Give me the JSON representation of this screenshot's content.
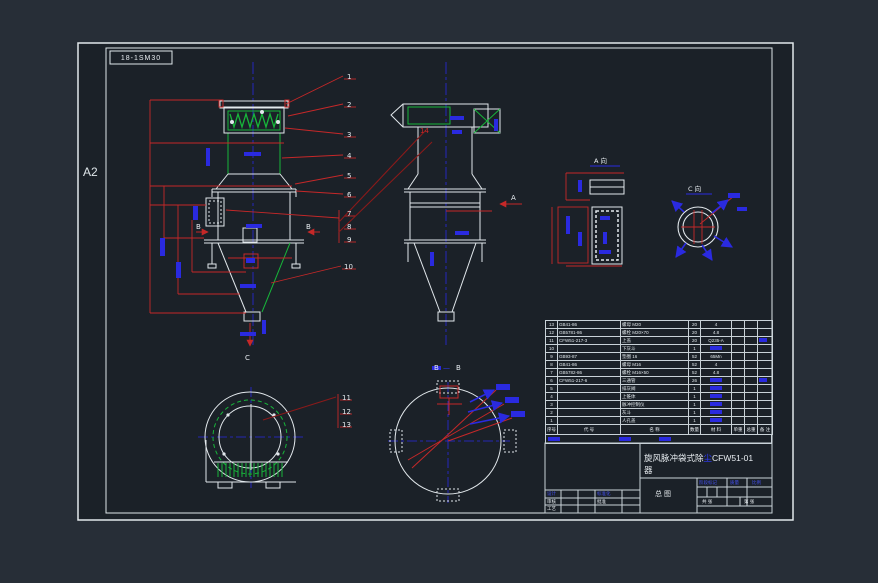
{
  "frame": {
    "sheet_size_label": "A2",
    "stamp_label": "18-1SM30"
  },
  "colors": {
    "background": "#272e37",
    "sheet": "#1b2128",
    "outline_white": "#e2e8ec",
    "dimension_red": "#c62828",
    "leader_dark_red": "#8a1a1a",
    "detail_green": "#17b53a",
    "dim_text_blue": "#2a2ae0"
  },
  "views": {
    "front": {
      "callouts": [
        "1",
        "2",
        "3",
        "4",
        "5",
        "6",
        "7",
        "8",
        "9",
        "10"
      ],
      "section_label_left": "B",
      "section_label_right": "B",
      "bottom_arrow_label": "C"
    },
    "side": {
      "callout_14": "14",
      "view_arrow_label": "A"
    },
    "a_view": {
      "label": "A 向"
    },
    "c_view": {
      "label": "C 向"
    },
    "volute": {
      "callouts": [
        "11",
        "12",
        "13"
      ]
    },
    "section_bb": {
      "label_left": "B",
      "label_dash": "—",
      "label_right": "B"
    }
  },
  "bom": {
    "headers": [
      "序号",
      "代  号",
      "名  称",
      "数量",
      "材 料",
      "单重",
      "总重",
      "备 注"
    ],
    "rows": [
      {
        "no": "13",
        "code": "GB41-86",
        "name": "螺母 M20",
        "qty": "20",
        "material": "4",
        "material_hl": false,
        "remark_hl": false
      },
      {
        "no": "12",
        "code": "GB5781-86",
        "name": "螺栓 M20×70",
        "qty": "20",
        "material": "4.8",
        "material_hl": false,
        "remark_hl": false
      },
      {
        "no": "11",
        "code": "CFW51-217-3",
        "name": "上盖",
        "qty": "20",
        "material": "Q235-A",
        "material_hl": false,
        "remark_hl": true
      },
      {
        "no": "10",
        "code": "",
        "name": "下灰斗",
        "qty": "1",
        "material": "",
        "material_hl": true,
        "remark_hl": false
      },
      {
        "no": "9",
        "code": "GB93-87",
        "name": "垫圈 16",
        "qty": "52",
        "material": "65Mn",
        "material_hl": false,
        "remark_hl": false
      },
      {
        "no": "8",
        "code": "GB41-86",
        "name": "螺母 M16",
        "qty": "52",
        "material": "4",
        "material_hl": false,
        "remark_hl": false
      },
      {
        "no": "7",
        "code": "GB5782-86",
        "name": "螺栓 M16×50",
        "qty": "52",
        "material": "4.8",
        "material_hl": false,
        "remark_hl": false
      },
      {
        "no": "6",
        "code": "CFW51-217-6",
        "name": "三通管",
        "qty": "26",
        "material": "",
        "material_hl": true,
        "remark_hl": true
      },
      {
        "no": "5",
        "code": "",
        "name": "排灰阀",
        "qty": "1",
        "material": "",
        "material_hl": true,
        "remark_hl": false
      },
      {
        "no": "4",
        "code": "",
        "name": "上锥体",
        "qty": "1",
        "material": "",
        "material_hl": true,
        "remark_hl": false
      },
      {
        "no": "3",
        "code": "",
        "name": "脉冲控制仪",
        "qty": "1",
        "material": "",
        "material_hl": true,
        "remark_hl": false
      },
      {
        "no": "2",
        "code": "",
        "name": "灰斗",
        "qty": "1",
        "material": "",
        "material_hl": true,
        "remark_hl": false
      },
      {
        "no": "1",
        "code": "",
        "name": "人孔盖",
        "qty": "1",
        "material": "",
        "material_hl": true,
        "remark_hl": false
      }
    ]
  },
  "titleblock": {
    "title_prefix": "旋风脉冲袋式除",
    "title_hl_char": "尘",
    "drawing_no": "CFW51-01",
    "title_suffix": "器",
    "sheet_type": "总 图",
    "stage_headers": [
      "阶段标记",
      "质量",
      "比例"
    ],
    "sheets_label": "共  张",
    "page_label": "第  张",
    "sign_left": [
      "设计",
      "审核",
      "工艺"
    ],
    "sign_right": [
      "标准化",
      "批准"
    ]
  }
}
